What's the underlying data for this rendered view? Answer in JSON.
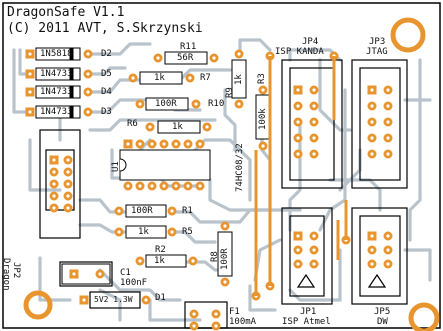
{
  "title": "DragonSafe V1.1",
  "copyright": "(C) 2011 AVT, S.Skrzynski",
  "colors": {
    "board": "#ffffff",
    "trace": "#b9c3cc",
    "pad": "#e8952f",
    "pad_hole": "#ffffff",
    "outline": "#000000",
    "mount": "#e8952f"
  },
  "components": {
    "d2": {
      "ref": "D2",
      "value": "1N5818"
    },
    "d5": {
      "ref": "D5",
      "value": "1N4733"
    },
    "d4": {
      "ref": "D4",
      "value": "1N4733"
    },
    "d3": {
      "ref": "D3",
      "value": "1N4733"
    },
    "r11": {
      "ref": "R11",
      "value": "56R"
    },
    "r7": {
      "ref": "R7",
      "value": "1k"
    },
    "r10": {
      "ref": "R10",
      "value": "100R"
    },
    "r6": {
      "ref": "R6",
      "value": "1k"
    },
    "r9": {
      "ref": "R9",
      "value": "1k"
    },
    "r3": {
      "ref": "R3",
      "value": "100k"
    },
    "r1": {
      "ref": "R1",
      "value": "100R"
    },
    "r5": {
      "ref": "R5",
      "value": "1k"
    },
    "r2": {
      "ref": "R2",
      "value": "1k"
    },
    "r8": {
      "ref": "R8",
      "value": "100R"
    },
    "u1": {
      "ref": "U1",
      "value": "74HC08/32"
    },
    "c1": {
      "ref": "C1",
      "value": "100nF"
    },
    "d1": {
      "ref": "D1",
      "value": "5V2 1.3W"
    },
    "f1": {
      "ref": "F1",
      "value": "100mA"
    },
    "jp4": {
      "ref": "JP4",
      "value": "ISP KANDA"
    },
    "jp3": {
      "ref": "JP3",
      "value": "JTAG"
    },
    "jp1": {
      "ref": "JP1",
      "value": "ISP Atmel"
    },
    "jp5": {
      "ref": "JP5",
      "value": "DW"
    },
    "jp2": {
      "ref": "JP2",
      "value": "Dragon"
    }
  }
}
